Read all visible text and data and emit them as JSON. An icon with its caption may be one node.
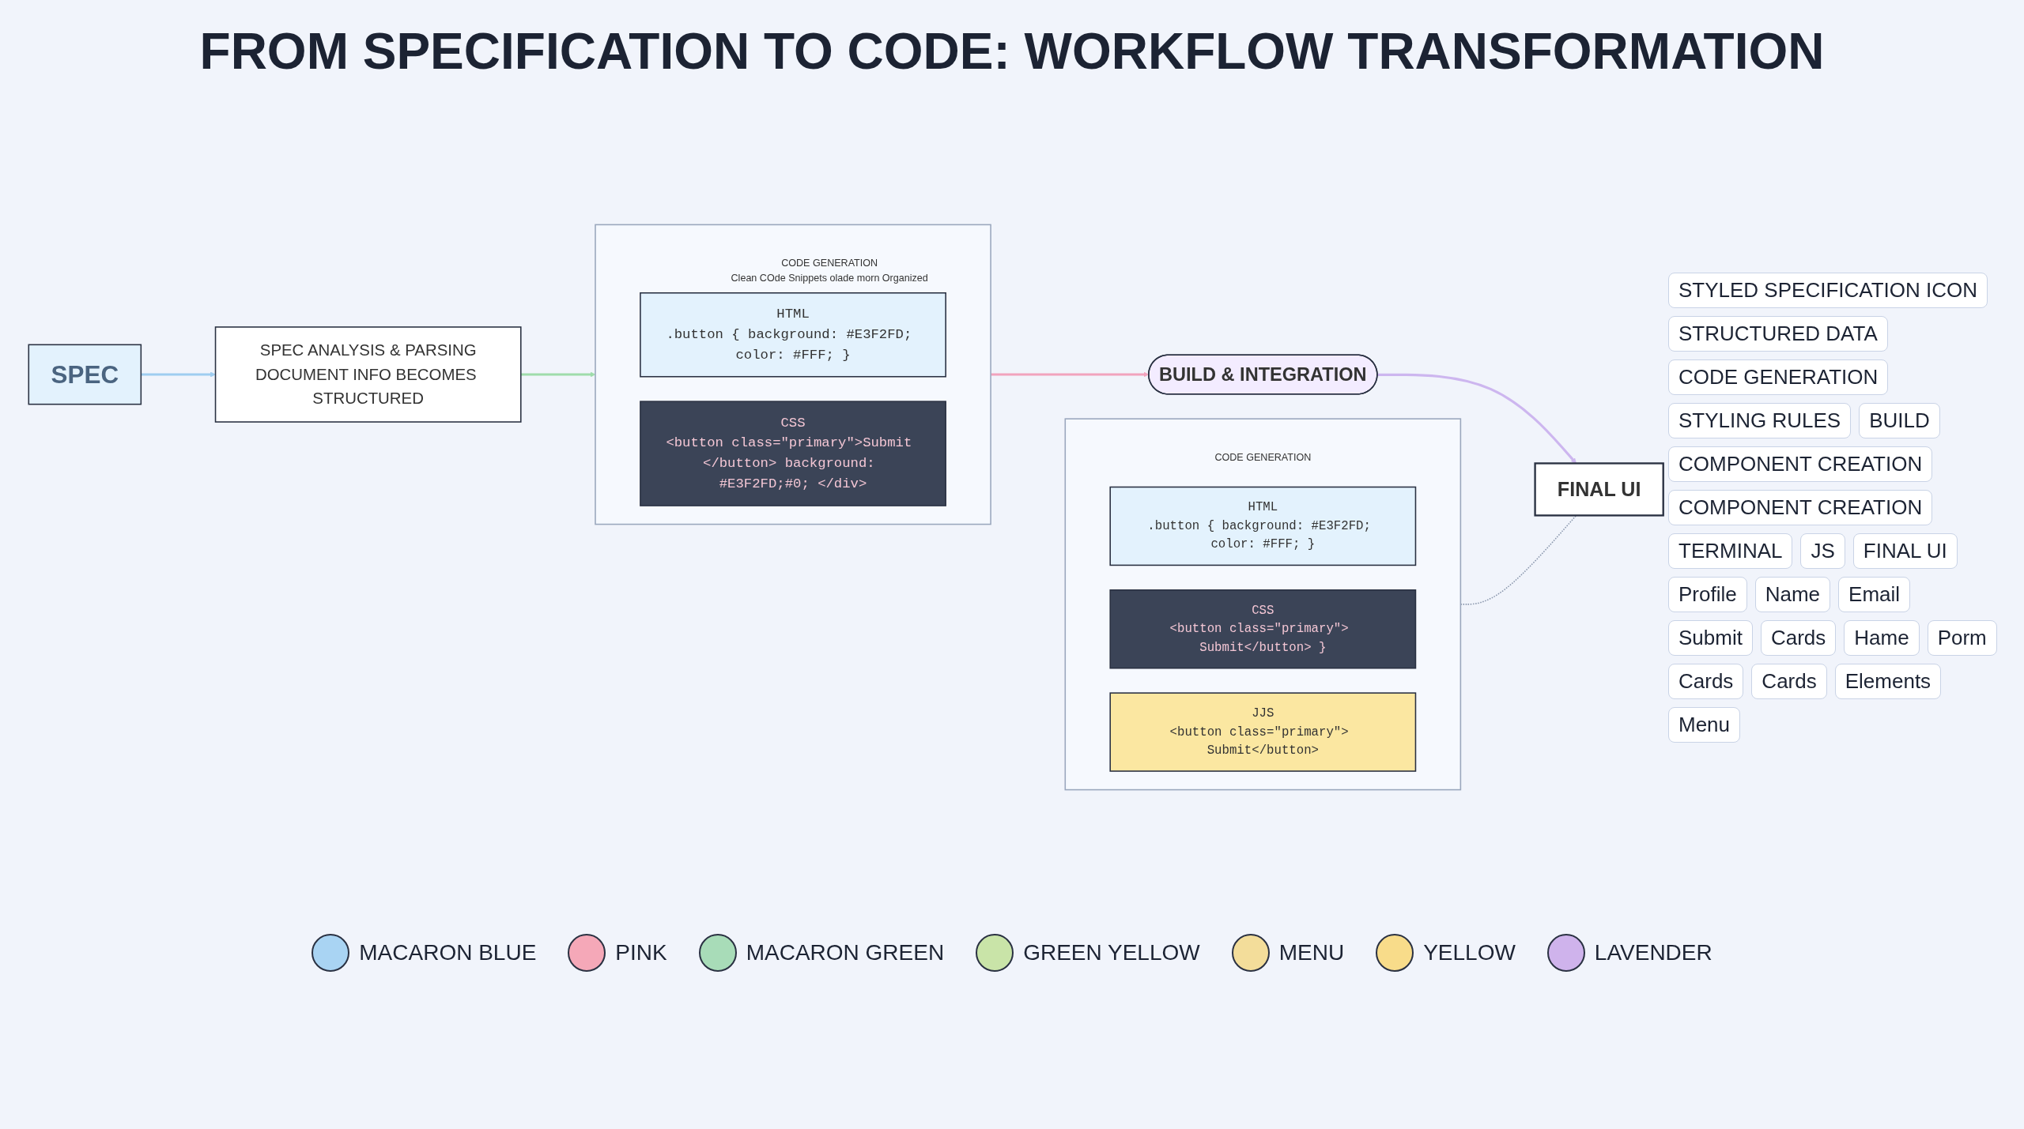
{
  "diagram": {
    "title": "FROM SPECIFICATION TO CODE: WORKFLOW TRANSFORMATION",
    "nodes": [
      {
        "text": [
          "SPEC"
        ]
      },
      {
        "text": [
          "SPEC ANALYSIS & PARSING",
          "DOCUMENT INFO BECOMES STRUCTURED"
        ]
      },
      {
        "text": [
          "CODE GENERATION",
          "Clean COde Snippets olade morn Organized"
        ]
      },
      {
        "text": [
          "HTML",
          ".button { background: #E3F2FD; color: #FFF; }"
        ],
        "in": 2
      },
      {
        "text": [
          "CSS",
          "<button class=\"primary\">Submit </button> background: #E3F2FD;#0; </div>"
        ],
        "in": 2
      },
      {
        "text": [
          "CODE GENERATION"
        ]
      },
      {
        "text": [
          "HTML",
          ".button { background: #E3F2FD; color: #FFF; }"
        ],
        "in": 5
      },
      {
        "text": [
          "CSS",
          "<button class=\"primary\"> Submit</button> }"
        ],
        "in": 5
      },
      {
        "text": [
          "JJS",
          "<button class=\"primary\"> Submit</button>"
        ],
        "in": 5
      },
      {
        "text": [
          "BUILD & INTEGRATION"
        ]
      },
      {
        "text": [
          "FINAL UI"
        ]
      }
    ],
    "edges": [
      {
        "from": 0,
        "to": 1,
        "arrow": "to",
        "color": "#9fcdf0"
      },
      {
        "from": 1,
        "to": 2,
        "arrow": "to",
        "color": "#9fdcab"
      },
      {
        "from": 2,
        "to": 9,
        "arrow": "to",
        "color": "#f2a3bd"
      },
      {
        "from": 9,
        "to": 10,
        "arrow": "to",
        "color": "#cdb6ef"
      },
      {
        "from": 5,
        "to": 10,
        "arrow": "none",
        "style": "dashed",
        "color": "#8a97ad"
      }
    ],
    "labels": [
      "STYLED SPECIFICATION ICON",
      "STRUCTURED DATA",
      "CODE GENERATION",
      "STYLING RULES",
      "BUILD",
      "COMPONENT CREATION",
      "COMPONENT CREATION",
      "TERMINAL",
      "JS",
      "FINAL UI",
      "Profile",
      "Name",
      "Email",
      "Submit",
      "Cards",
      "Hame",
      "Porm",
      "Cards",
      "Cards",
      "Elements",
      "Menu"
    ],
    "legend": [
      {
        "text": "MACARON BLUE",
        "color": "#a9d4f3"
      },
      {
        "text": "PINK",
        "color": "#f5a8b8"
      },
      {
        "text": "MACARON GREEN",
        "color": "#a8dcb8"
      },
      {
        "text": "GREEN YELLOW",
        "color": "#c9e4a8"
      },
      {
        "text": "MENU",
        "color": "#f3dd9a"
      },
      {
        "text": "YELLOW",
        "color": "#f8dc8a"
      },
      {
        "text": "LAVENDER",
        "color": "#cfb3ec"
      }
    ]
  }
}
